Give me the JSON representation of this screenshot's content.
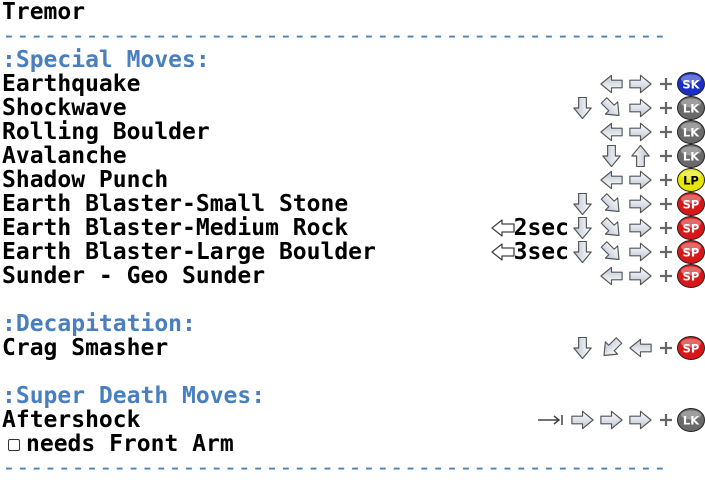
{
  "title": "Tremor",
  "separator": "------------------------------------------------",
  "sections": [
    {
      "label": ":Special Moves:",
      "moves": [
        {
          "name": "Earthquake",
          "charge": "",
          "directions": [
            "back",
            "forward"
          ],
          "button": "SK"
        },
        {
          "name": "Shockwave",
          "charge": "",
          "directions": [
            "down",
            "down-forward",
            "forward"
          ],
          "button": "LK"
        },
        {
          "name": "Rolling Boulder",
          "charge": "",
          "directions": [
            "back",
            "forward"
          ],
          "button": "LK"
        },
        {
          "name": "Avalanche",
          "charge": "",
          "directions": [
            "down",
            "up"
          ],
          "button": "LK"
        },
        {
          "name": "Shadow Punch",
          "charge": "",
          "directions": [
            "back",
            "forward"
          ],
          "button": "LP"
        },
        {
          "name": "Earth Blaster-Small Stone",
          "charge": "",
          "directions": [
            "down",
            "down-forward",
            "forward"
          ],
          "button": "SP"
        },
        {
          "name": "Earth Blaster-Medium Rock",
          "charge": "2sec",
          "directions": [
            "down",
            "down-forward",
            "forward"
          ],
          "button": "SP"
        },
        {
          "name": "Earth Blaster-Large Boulder",
          "charge": "3sec",
          "directions": [
            "down",
            "down-forward",
            "forward"
          ],
          "button": "SP"
        },
        {
          "name": "Sunder - Geo Sunder",
          "charge": "",
          "directions": [
            "back",
            "forward"
          ],
          "button": "SP"
        }
      ]
    },
    {
      "label": ":Decapitation:",
      "moves": [
        {
          "name": "Crag Smasher",
          "charge": "",
          "directions": [
            "down",
            "down-back",
            "back"
          ],
          "button": "SP"
        }
      ]
    },
    {
      "label": ":Super Death Moves:",
      "moves": [
        {
          "name": "Aftershock",
          "charge": "",
          "tap": true,
          "directions": [
            "forward",
            "forward",
            "forward"
          ],
          "button": "LK"
        }
      ]
    }
  ],
  "note": "needs Front Arm",
  "button_colors": {
    "SK": "#1a2fc8",
    "LK": "#6a6a6a",
    "LP": "#e6e600",
    "SP": "#d81818"
  },
  "plus_symbol": "+"
}
